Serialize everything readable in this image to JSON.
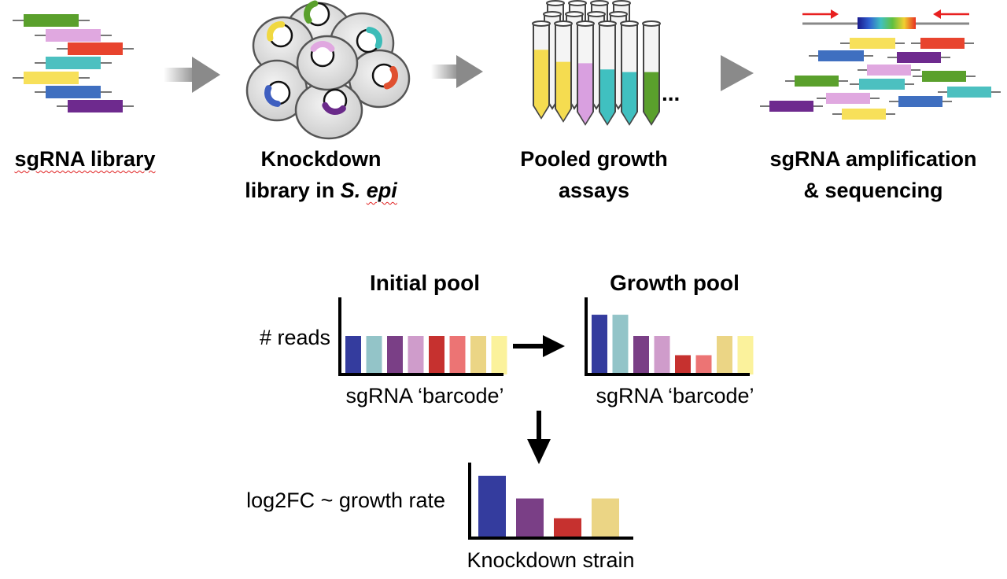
{
  "steps": [
    {
      "label_line1": "sgRNA library",
      "label_line2": ""
    },
    {
      "label_line1": "Knockdown",
      "label_line2_prefix": "library in ",
      "label_line2_italic_a": "S. ",
      "label_line2_italic_b": "epi"
    },
    {
      "label_line1": "Pooled growth",
      "label_line2": "assays"
    },
    {
      "label_line1": "sgRNA amplification",
      "label_line2": "& sequencing"
    }
  ],
  "ellipsis": "...",
  "library_colors": [
    "#5aa02c",
    "#e0a8e0",
    "#e8442e",
    "#4cc0c0",
    "#f7e05a",
    "#3f6fc0",
    "#6e2a8e"
  ],
  "tube_fill_colors": [
    "#f5dc50",
    "#d9a0e0",
    "#40c0c0",
    "#5aa02c"
  ],
  "cell_plasmid_colors": [
    "#5aa02c",
    "#f0d840",
    "#e0a8e0",
    "#3cbcb8",
    "#e05030",
    "#3f5fc0",
    "#6a2a8a"
  ],
  "initial_chart": {
    "title": "Initial pool",
    "ylabel": "# reads",
    "xlabel": "sgRNA ‘barcode’"
  },
  "growth_chart": {
    "title": "Growth pool",
    "xlabel": "sgRNA ‘barcode’"
  },
  "fc_chart": {
    "ylabel": "log2FC ~ growth rate",
    "xlabel": "Knockdown strain"
  },
  "chart_data": [
    {
      "type": "bar",
      "title": "Initial pool",
      "ylabel": "# reads",
      "xlabel": "sgRNA ‘barcode’",
      "ylim": [
        0,
        4
      ],
      "values": [
        2,
        2,
        2,
        2,
        2,
        2,
        2,
        2
      ],
      "colors": [
        "#343c9e",
        "#93c4c8",
        "#7a3f86",
        "#cf9ccb",
        "#c6312f",
        "#ec7474",
        "#ebd585",
        "#fbf29c"
      ]
    },
    {
      "type": "bar",
      "title": "Growth pool",
      "xlabel": "sgRNA ‘barcode’",
      "ylim": [
        0,
        4
      ],
      "values": [
        3.1,
        3.1,
        2,
        2,
        1,
        1,
        2,
        2
      ],
      "colors": [
        "#343c9e",
        "#93c4c8",
        "#7a3f86",
        "#cf9ccb",
        "#c6312f",
        "#ec7474",
        "#ebd585",
        "#fbf29c"
      ]
    },
    {
      "type": "bar",
      "ylabel": "log2FC ~ growth rate",
      "xlabel": "Knockdown strain",
      "ylim": [
        0,
        4
      ],
      "values": [
        3.3,
        2.1,
        1.05,
        2.1
      ],
      "colors": [
        "#343c9e",
        "#7a3f86",
        "#c6312f",
        "#ebd585"
      ]
    }
  ]
}
